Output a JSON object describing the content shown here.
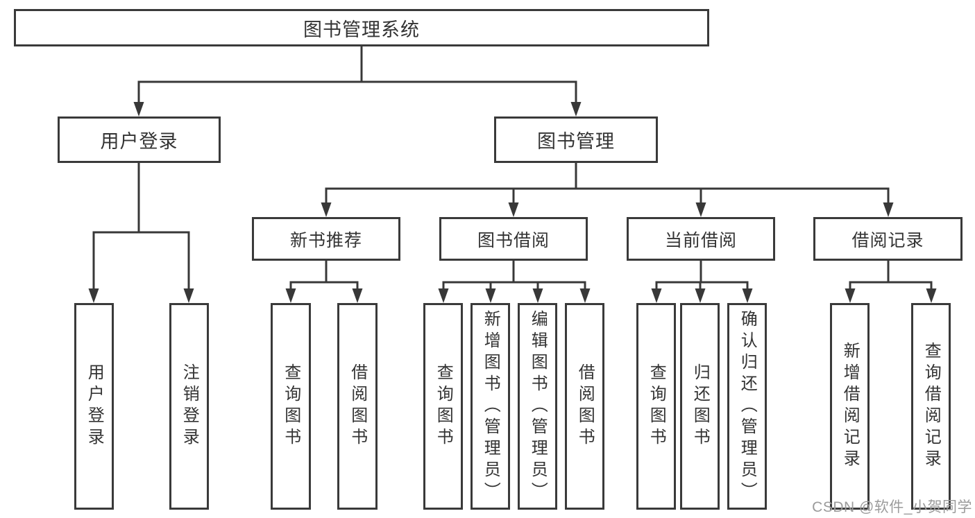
{
  "tree": {
    "label": "图书管理系统",
    "children": [
      {
        "label": "用户登录",
        "children": [
          {
            "label": "用户登录"
          },
          {
            "label": "注销登录"
          }
        ]
      },
      {
        "label": "图书管理",
        "children": [
          {
            "label": "新书推荐",
            "children": [
              {
                "label": "查询图书"
              },
              {
                "label": "借阅图书"
              }
            ]
          },
          {
            "label": "图书借阅",
            "children": [
              {
                "label": "查询图书"
              },
              {
                "label": "新增图书（管理员）"
              },
              {
                "label": "编辑图书（管理员）"
              },
              {
                "label": "借阅图书"
              }
            ]
          },
          {
            "label": "当前借阅",
            "children": [
              {
                "label": "查询图书"
              },
              {
                "label": "归还图书"
              },
              {
                "label": "确认归还（管理员）"
              }
            ]
          },
          {
            "label": "借阅记录",
            "children": [
              {
                "label": "新增借阅记录"
              },
              {
                "label": "查询借阅记录"
              }
            ]
          }
        ]
      }
    ]
  },
  "watermark": "CSDN @软件_小贺同学",
  "colors": {
    "line": "#383838",
    "text": "#333333",
    "watermark": "#9b9b9b",
    "background": "#ffffff"
  }
}
